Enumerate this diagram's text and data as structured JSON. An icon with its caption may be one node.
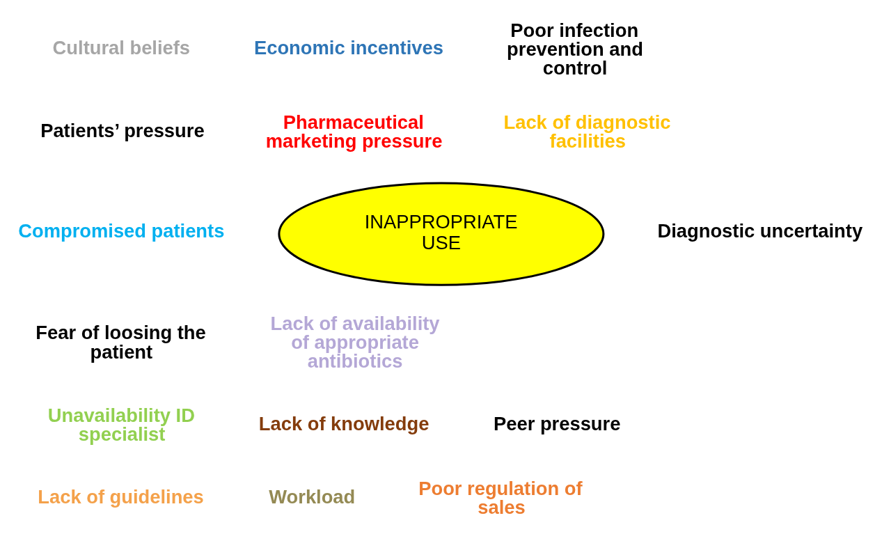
{
  "diagram": {
    "nodes": [
      {
        "text": [
          "INAPPROPRIATE USE"
        ]
      }
    ],
    "labels": [
      "Economic incentives",
      "Poor infection prevention and control",
      "Cultural beliefs",
      "Pharmaceutical marketing pressure",
      "Patients’ pressure",
      "Lack of diagnostic facilities",
      "Compromised patients",
      "Diagnostic uncertainty",
      "Fear of loosing the patient",
      "Lack of availability of appropriate antibiotics",
      "Lack of knowledge",
      "Unavailability ID specialist",
      "Peer pressure",
      "Lack of guidelines",
      "Workload",
      "Poor regulation of sales"
    ]
  }
}
